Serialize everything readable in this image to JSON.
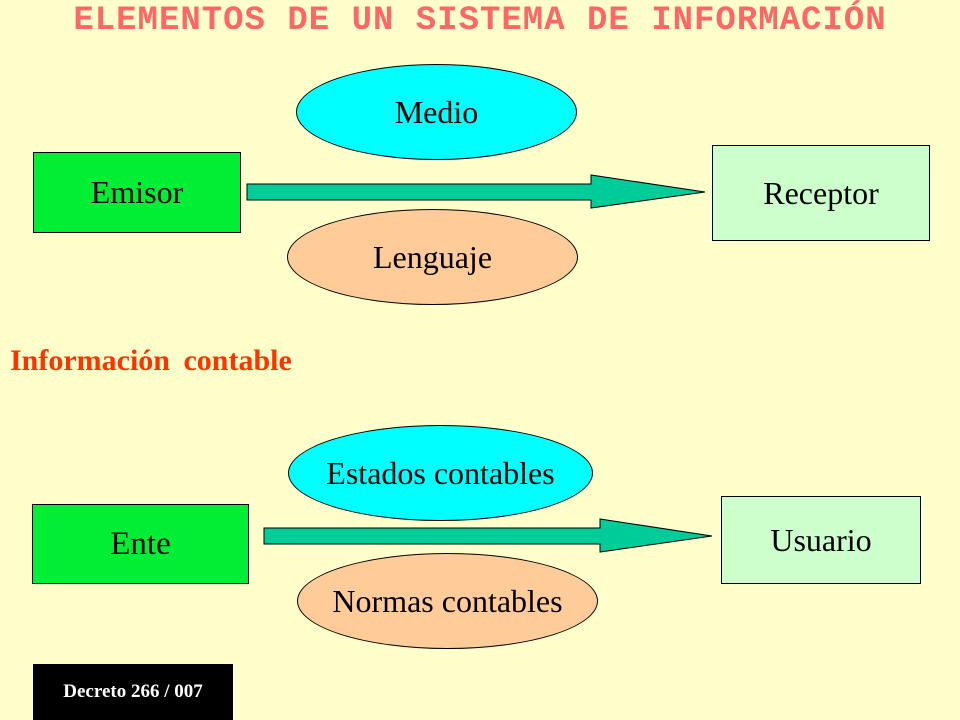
{
  "title": "ELEMENTOS DE UN SISTEMA DE INFORMACIÓN",
  "subtitle": "Información contable",
  "general": {
    "sender": "Emisor",
    "receiver": "Receptor",
    "medium": "Medio",
    "language": "Lenguaje"
  },
  "accounting": {
    "sender": "Ente",
    "receiver": "Usuario",
    "medium": "Estados contables",
    "language": "Normas contables"
  },
  "footer": {
    "decree": "Decreto 266 / 007"
  },
  "colors": {
    "background": "#ffffcc",
    "title": "#ff6666",
    "subtitle": "#ff3300",
    "sender_box": "#00ee33",
    "receiver_box": "#ccffcc",
    "medium_ellipse": "#00ffff",
    "language_ellipse": "#ffcc99",
    "arrow": "#00cc99"
  }
}
